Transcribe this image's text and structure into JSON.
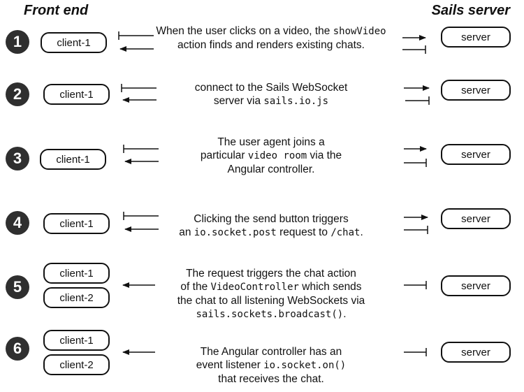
{
  "headers": {
    "front_end": "Front end",
    "server_side": "Sails server"
  },
  "steps": [
    {
      "number": "1",
      "clients": [
        "client-1"
      ],
      "server": "server",
      "description": [
        [
          {
            "t": "When the user clicks on a video, the "
          },
          {
            "c": "showVideo"
          }
        ],
        [
          {
            "t": "action finds and renders existing chats."
          }
        ]
      ]
    },
    {
      "number": "2",
      "clients": [
        "client-1"
      ],
      "server": "server",
      "description": [
        [
          {
            "t": "connect to the Sails WebSocket"
          }
        ],
        [
          {
            "t": "server via "
          },
          {
            "c": "sails.io.js"
          }
        ]
      ]
    },
    {
      "number": "3",
      "clients": [
        "client-1"
      ],
      "server": "server",
      "description": [
        [
          {
            "t": "The user agent joins a"
          }
        ],
        [
          {
            "t": "particular "
          },
          {
            "c": "video room"
          },
          {
            "t": " via the"
          }
        ],
        [
          {
            "t": "Angular controller."
          }
        ]
      ]
    },
    {
      "number": "4",
      "clients": [
        "client-1"
      ],
      "server": "server",
      "description": [
        [
          {
            "t": "Clicking the send button triggers"
          }
        ],
        [
          {
            "t": "an "
          },
          {
            "c": "io.socket.post"
          },
          {
            "t": " request to "
          },
          {
            "c": "/chat"
          },
          {
            "t": "."
          }
        ]
      ]
    },
    {
      "number": "5",
      "clients": [
        "client-1",
        "client-2"
      ],
      "server": "server",
      "description": [
        [
          {
            "t": "The request triggers the chat action"
          }
        ],
        [
          {
            "t": "of the "
          },
          {
            "c": "VideoController"
          },
          {
            "t": " which sends"
          }
        ],
        [
          {
            "t": "the chat to all listening WebSockets via"
          }
        ],
        [
          {
            "c": "sails.sockets.broadcast()"
          },
          {
            "t": "."
          }
        ]
      ]
    },
    {
      "number": "6",
      "clients": [
        "client-1",
        "client-2"
      ],
      "server": "server",
      "description": [
        [
          {
            "t": "The Angular controller has an"
          }
        ],
        [
          {
            "t": "event listener "
          },
          {
            "c": "io.socket.on()"
          }
        ],
        [
          {
            "t": "that receives the chat."
          }
        ]
      ]
    }
  ]
}
